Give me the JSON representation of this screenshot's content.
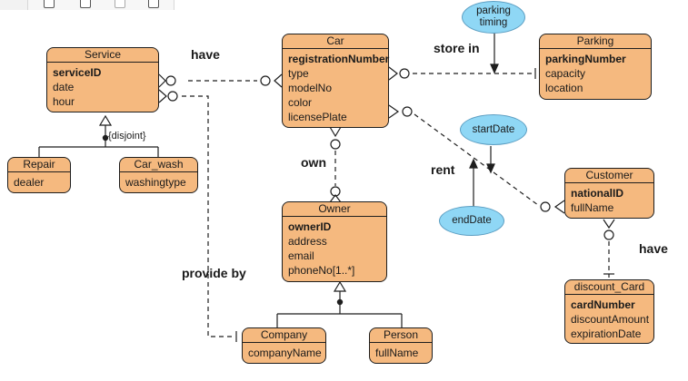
{
  "entities": {
    "service": {
      "title": "Service",
      "attrs": [
        {
          "name": "serviceID"
        },
        {
          "name": "date"
        },
        {
          "name": "hour"
        }
      ]
    },
    "car": {
      "title": "Car",
      "attrs": [
        {
          "name": "registrationNumber"
        },
        {
          "name": "type"
        },
        {
          "name": "modelNo"
        },
        {
          "name": "color"
        },
        {
          "name": "licensePlate"
        }
      ]
    },
    "parking": {
      "title": "Parking",
      "attrs": [
        {
          "name": "parkingNumber"
        },
        {
          "name": "capacity"
        },
        {
          "name": "location"
        }
      ]
    },
    "repair": {
      "title": "Repair",
      "attrs": [
        {
          "name": "dealer"
        }
      ]
    },
    "car_wash": {
      "title": "Car_wash",
      "attrs": [
        {
          "name": "washingtype"
        }
      ]
    },
    "owner": {
      "title": "Owner",
      "attrs": [
        {
          "name": "ownerID"
        },
        {
          "name": "address"
        },
        {
          "name": "email"
        },
        {
          "name": "phoneNo[1..*]"
        }
      ]
    },
    "customer": {
      "title": "Customer",
      "attrs": [
        {
          "name": "nationalID"
        },
        {
          "name": "fullName"
        }
      ]
    },
    "discount_card": {
      "title": "discount_Card",
      "attrs": [
        {
          "name": "cardNumber"
        },
        {
          "name": "discountAmount"
        },
        {
          "name": "expirationDate"
        }
      ]
    },
    "company": {
      "title": "Company",
      "attrs": [
        {
          "name": "companyName"
        }
      ]
    },
    "person": {
      "title": "Person",
      "attrs": [
        {
          "name": "fullName"
        }
      ]
    }
  },
  "ellipses": {
    "parking_timing": "parking timing",
    "start_date": "startDate",
    "end_date": "endDate"
  },
  "relationships": {
    "have_service": "have",
    "store_in": "store in",
    "own": "own",
    "rent": "rent",
    "have_card": "have",
    "provide_by": "provide by"
  },
  "constraints": {
    "disjoint": "{disjoint}"
  },
  "colors": {
    "entity_fill": "#f5b97f",
    "ellipse_fill": "#8fd7f5",
    "line": "#1e1e1e"
  }
}
